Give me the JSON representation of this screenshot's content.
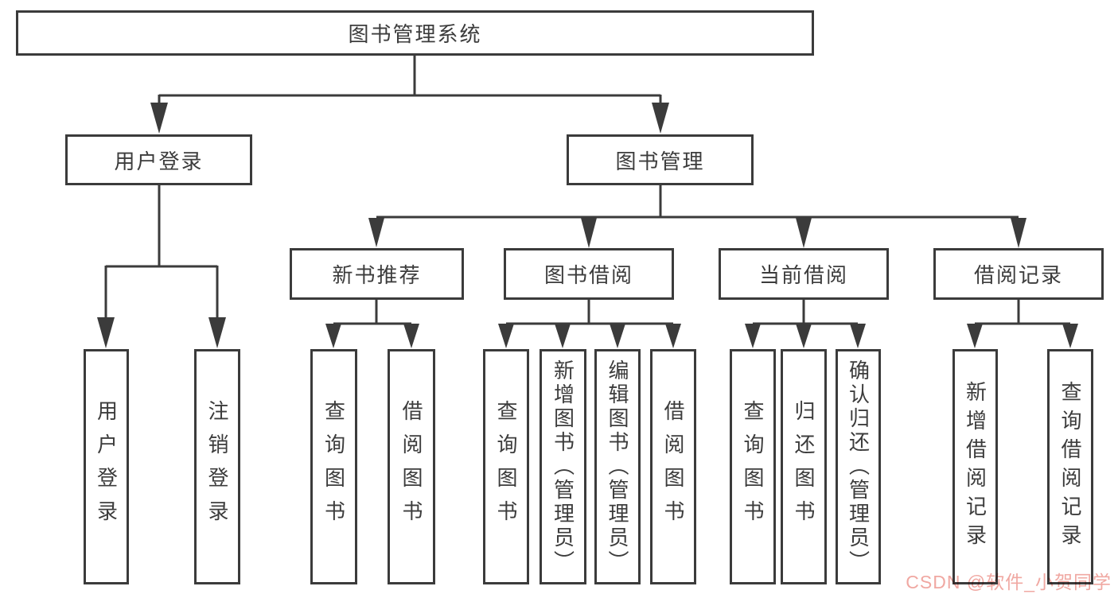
{
  "tree": {
    "root": {
      "label": "图书管理系统"
    },
    "level2": [
      {
        "label": "用户登录"
      },
      {
        "label": "图书管理"
      }
    ],
    "level3": [
      {
        "label": "新书推荐",
        "parent": "图书管理"
      },
      {
        "label": "图书借阅",
        "parent": "图书管理"
      },
      {
        "label": "当前借阅",
        "parent": "图书管理"
      },
      {
        "label": "借阅记录",
        "parent": "图书管理"
      }
    ],
    "leaves": [
      {
        "label": "用户登录",
        "parent": "用户登录"
      },
      {
        "label": "注销登录",
        "parent": "用户登录"
      },
      {
        "label": "查询图书",
        "parent": "新书推荐"
      },
      {
        "label": "借阅图书",
        "parent": "新书推荐"
      },
      {
        "label": "查询图书",
        "parent": "图书借阅"
      },
      {
        "label": "新增图书（管理员）",
        "parent": "图书借阅"
      },
      {
        "label": "编辑图书（管理员）",
        "parent": "图书借阅"
      },
      {
        "label": "借阅图书",
        "parent": "图书借阅"
      },
      {
        "label": "查询图书",
        "parent": "当前借阅"
      },
      {
        "label": "归还图书",
        "parent": "当前借阅"
      },
      {
        "label": "确认归还（管理员）",
        "parent": "当前借阅"
      },
      {
        "label": "新增借阅记录",
        "parent": "借阅记录"
      },
      {
        "label": "查询借阅记录",
        "parent": "借阅记录"
      }
    ]
  },
  "watermark": {
    "text": "CSDN @软件_小贺同学",
    "color": "#f0a8a2"
  },
  "colors": {
    "line": "#3b3b3b",
    "box_fill": "#ffffff",
    "text": "#3c3c3c"
  }
}
